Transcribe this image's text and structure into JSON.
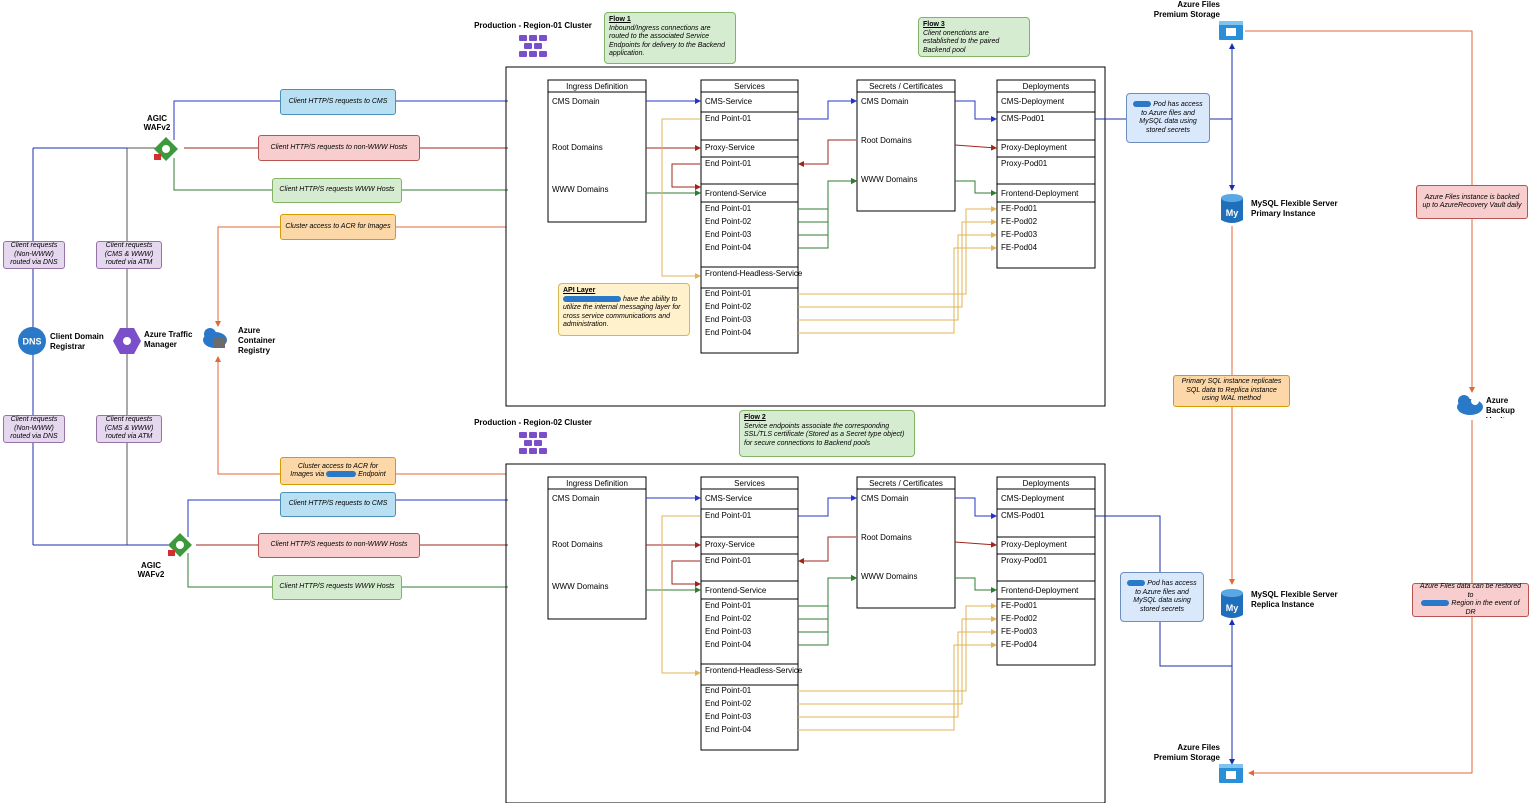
{
  "colors": {
    "blue": "#2434c9",
    "red": "#a0261c",
    "green": "#2e7d32",
    "orange": "#e0693a",
    "gold": "#e0b45a",
    "navy": "#1b2fae",
    "note_blue": "#b9dff2",
    "note_red": "#f7cdcd",
    "note_green": "#d6ecd1",
    "note_orange": "#fcd7a8",
    "note_purple": "#e5d7ee",
    "note_yellow": "#fff1cc",
    "note_lightblue": "#dae8fc"
  },
  "flows": {
    "flow1": {
      "title": "Flow 1",
      "text": "Inbound/Ingress connections are routed to the associated Service Endpoints for delivery to the Backend application."
    },
    "flow2": {
      "title": "Flow 2",
      "text": "Service endpoints associate the corresponding SSL/TLS certificate (Stored as a Secret type object) for secure connections to Backend pools"
    },
    "flow3": {
      "title": "Flow 3",
      "text": "Client onenctions are established to the paired Backend pool"
    },
    "api": {
      "title": "API Layer",
      "text": "have the ability to utilize the internal messaging layer for cross service communications and administration."
    }
  },
  "left": {
    "agic_label": "AGIC\nWAFv2",
    "dns_label": "Client Domain\nRegistrar",
    "atm_label": "Azure Traffic\nManager",
    "acr_label": "Azure\nContainer\nRegistry",
    "dns_icon_text": "DNS",
    "note_nonwww": "Client requests\n(Non-WWW)\nrouted via DNS",
    "note_cmswww": "Client requests\n(CMS & WWW)\nrouted via ATM",
    "req_cms": "Client HTTP/S requests to CMS",
    "req_nonwww": "Client HTTP/S requests to non-WWW Hosts",
    "req_www": "Client HTTP/S requests WWW Hosts",
    "acr_access_1": "Cluster access to ACR for Images",
    "acr_access_2a": "Cluster access to ACR for",
    "acr_access_2b": "Images via",
    "acr_access_2c": "Endpoint"
  },
  "clusters": [
    {
      "title": "Production - Region-01 Cluster"
    },
    {
      "title": "Production - Region-02 Cluster"
    }
  ],
  "tables": {
    "ingress": {
      "header": "Ingress Definition",
      "rows": [
        "CMS Domain",
        "Root Domains",
        "WWW Domains"
      ]
    },
    "services": {
      "header": "Services",
      "rows": [
        "CMS-Service",
        "End Point-01",
        "Proxy-Service",
        "End Point-01",
        "Frontend-Service",
        "End Point-01",
        "End Point-02",
        "End Point-03",
        "End Point-04",
        "Frontend-Headless-Service",
        "End Point-01",
        "End Point-02",
        "End Point-03",
        "End Point-04"
      ]
    },
    "secrets": {
      "header": "Secrets / Certificates",
      "rows": [
        "CMS Domain",
        "Root Domains",
        "WWW Domains"
      ]
    },
    "deployments": {
      "header": "Deployments",
      "rows": [
        "CMS-Deployment",
        "CMS-Pod01",
        "Proxy-Deployment",
        "Proxy-Pod01",
        "Frontend-Deployment",
        "FE-Pod01",
        "FE-Pod02",
        "FE-Pod03",
        "FE-Pod04"
      ]
    }
  },
  "right": {
    "files_label": "Azure Files\nPremium Storage",
    "mysql_primary": "MySQL Flexible Server\nPrimary Instance",
    "mysql_replica": "MySQL Flexible Server\nReplica Instance",
    "backup_label": "Azure\nBackup Vault",
    "pod_access": "Pod has access to Azure files and MySQL data using stored secrets",
    "replication": "Primary SQL instance replicates SQL data to Replica instance using WAL method",
    "backup_note": "Azure Files instance is backed up to AzureRecovery Vault daily",
    "restore_a": "Azure Files data can be restored to",
    "restore_b": "Region in the event of DR"
  }
}
